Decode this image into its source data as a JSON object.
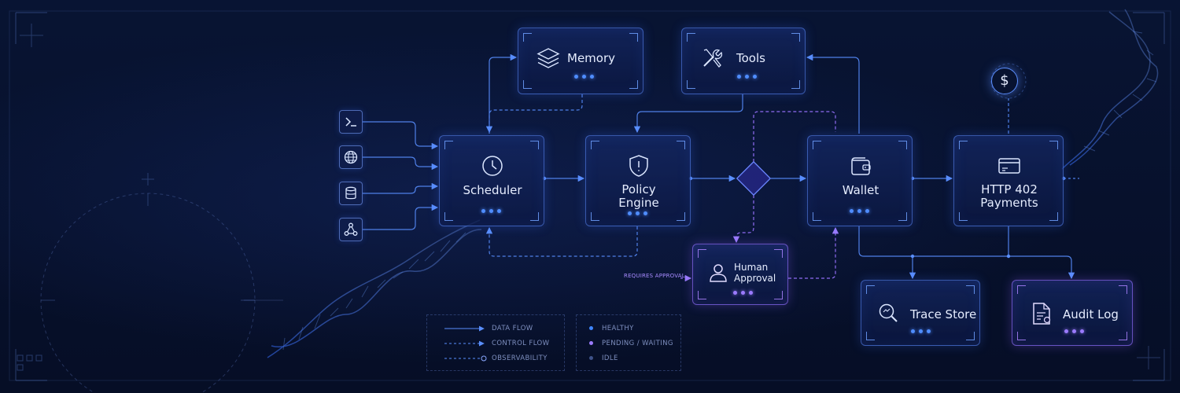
{
  "nodes": {
    "memory": {
      "label": "Memory",
      "icon": "layers-icon",
      "status": "healthy"
    },
    "tools": {
      "label": "Tools",
      "icon": "tools-icon",
      "status": "healthy"
    },
    "scheduler": {
      "label": "Scheduler",
      "icon": "clock-icon",
      "status": "healthy"
    },
    "policy_engine": {
      "label_line1": "Policy",
      "label_line2": "Engine",
      "icon": "shield-icon",
      "status": "healthy"
    },
    "wallet": {
      "label": "Wallet",
      "icon": "wallet-icon",
      "status": "healthy"
    },
    "payments": {
      "label_line1": "HTTP 402",
      "label_line2": "Payments",
      "icon": "credit-card-icon",
      "status": "healthy"
    },
    "human_approval": {
      "label_line1": "Human",
      "label_line2": "Approval",
      "icon": "user-icon",
      "status": "pending"
    },
    "trace_store": {
      "label": "Trace Store",
      "icon": "search-icon",
      "status": "healthy"
    },
    "audit_log": {
      "label": "Audit Log",
      "icon": "document-icon",
      "status": "pending"
    }
  },
  "sources": [
    "terminal-icon",
    "globe-icon",
    "database-icon",
    "webhook-icon"
  ],
  "decision": {
    "icon": "diamond-icon"
  },
  "cost_symbol": "$",
  "requires_approval_label": "REQUIRES APPROVAL",
  "legend": {
    "lines": [
      {
        "style": "solid-arrow",
        "label": "DATA FLOW"
      },
      {
        "style": "dashed-arrow",
        "label": "CONTROL FLOW"
      },
      {
        "style": "dashed-circle",
        "label": "OBSERVABILITY"
      }
    ],
    "status": [
      {
        "color": "#3f86ff",
        "label": "HEALTHY"
      },
      {
        "color": "#9b7bff",
        "label": "PENDING / WAITING"
      },
      {
        "color": "#3e5289",
        "label": "IDLE"
      }
    ]
  },
  "colors": {
    "accent_blue": "#4f8dff",
    "accent_purple": "#9b7bff",
    "background": "#07102a"
  }
}
